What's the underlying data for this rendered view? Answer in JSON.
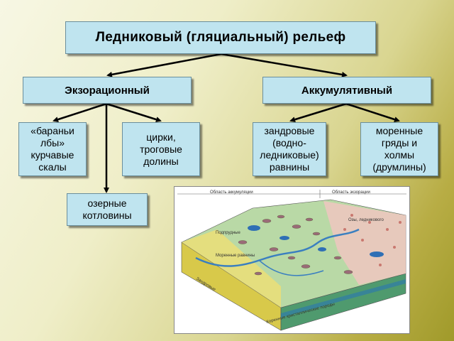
{
  "title": "Ледниковый (гляциальный) рельеф",
  "branches": {
    "exoration": "Экзорационный",
    "accumulative": "Аккумулятивный"
  },
  "leaves": {
    "roche": [
      "«бараньи",
      "лбы»",
      "курчавые",
      "скалы"
    ],
    "cirques": [
      "цирки,",
      "троговые",
      "долины"
    ],
    "outwash": [
      "зандровые",
      "(водно-",
      "ледниковые)",
      "равнины"
    ],
    "moraine": [
      "моренные",
      "гряды и",
      "холмы",
      "(друмлины)"
    ],
    "lakes": [
      "озерные",
      "котловины"
    ]
  },
  "illustration": {
    "header_left": "Область аккумуляции",
    "header_right": "Область экзорации",
    "labels": [
      "Озы, ледникового",
      "Подпрудные",
      "Моренные равнины",
      "Зандровые",
      "Коренные кристаллические породы"
    ]
  },
  "colors": {
    "box_fill": "#bfe4ef",
    "box_border": "#6a8e9c",
    "connector": "#000000"
  }
}
